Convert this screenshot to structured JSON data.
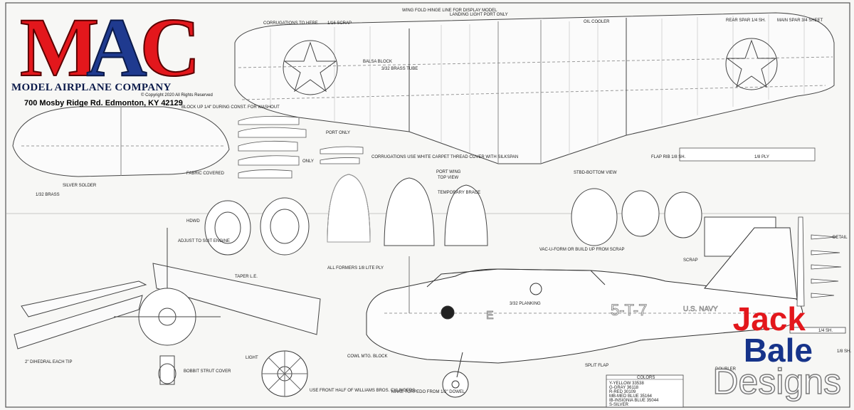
{
  "brand": {
    "mac_letters": [
      "M",
      "A",
      "C"
    ],
    "company_name": "MODEL AIRPLANE COMPANY",
    "copyright": "© Copyright 2020 All Rights Reserved",
    "address": "700 Mosby Ridge Rd. Edmonton, KY 42129",
    "colors": {
      "red": "#e3171c",
      "blue": "#1f3a8f"
    }
  },
  "designer": {
    "line1": "Jack",
    "line2": "Bale",
    "line3": "Designs",
    "colors": {
      "jack": "#e3171c",
      "bale": "#16338a",
      "designs": "#ffffff"
    }
  },
  "plan": {
    "view_titles": {
      "port_wing": "PORT WING",
      "top_view": "TOP VIEW",
      "stbd_bottom": "STBD-BOTTOM VIEW"
    },
    "fuselage_markings": {
      "hull_number": "5-T-7",
      "service": "U.S. NAVY",
      "blue_letter": "E"
    },
    "notes": [
      "CORRUGATIONS TO HERE",
      "WING FOLD HINGE LINE FOR DISPLAY MODEL",
      "LANDING LIGHT PORT ONLY",
      "BALSA BLOCK",
      "3/32 BRASS TUBE",
      "OIL COOLER",
      "REAR SPAR 1/4 SH.",
      "MAIN SPAR 3/4 SHEET",
      "BLOCK UP 1/4\" DURING CONST. FOR WASHOUT",
      "CORRUGATIONS USE WHITE CARPET THREAD COVER WITH SILKSPAN",
      "FLAP RIB 1/8 SH.",
      "FABRIC COVERED",
      "TAPER L.E.",
      "TEMPORARY BRACE",
      "ALL FORMERS 1/8 LITE PLY",
      "VAC-U-FORM OR BUILD UP FROM SCRAP",
      "ADJUST TO SUIT ENGINE",
      "COWL MTG. BLOCK",
      "USE FRONT HALF OF WILLIAMS BROS. CYLINDERS",
      "MAKE TORPEDO FROM 1/2\" DOWEL",
      "SPLIT FLAP",
      "3/32 PLANKING",
      "BOBBIT STRUT COVER",
      "LIGHT",
      "DOUBLER",
      "1/8 PLY",
      "1/16 SCRAP",
      "1/8 SH.",
      "1/4 SH.",
      "1/32 BRASS",
      "SILVER SOLDER",
      "PORT ONLY",
      "ONLY",
      "2\" DIHEDRAL EACH TIP",
      "HDWD",
      "SCRAP",
      "DETAIL"
    ],
    "colors_table": {
      "title": "COLORS",
      "rows": [
        "Y-YELLOW 33538",
        "G-GRAY 36118",
        "R-RED 30109",
        "MB-MED BLUE 35164",
        "IB-INSIGNIA BLUE 35044",
        "S-SILVER"
      ]
    }
  }
}
